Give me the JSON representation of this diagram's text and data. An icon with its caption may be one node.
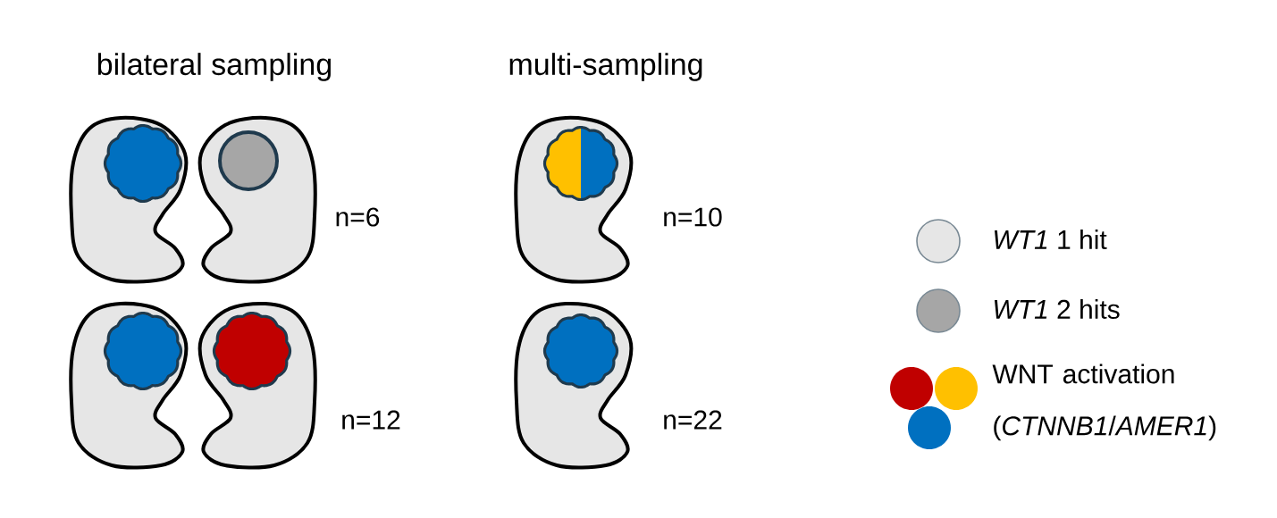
{
  "diagram": {
    "labels": [
      "bilateral sampling",
      "multi-sampling",
      "n=6",
      "n=10",
      "n=12",
      "n=22"
    ],
    "legend": [
      {
        "text": "*WT1* 1 hit",
        "color": "#e6e6e6"
      },
      {
        "text": "*WT1* 2 hits",
        "color": "#a6a6a6"
      },
      {
        "text": "WNT activation (*CTNNB1*/*AMER1*)"
      }
    ]
  }
}
